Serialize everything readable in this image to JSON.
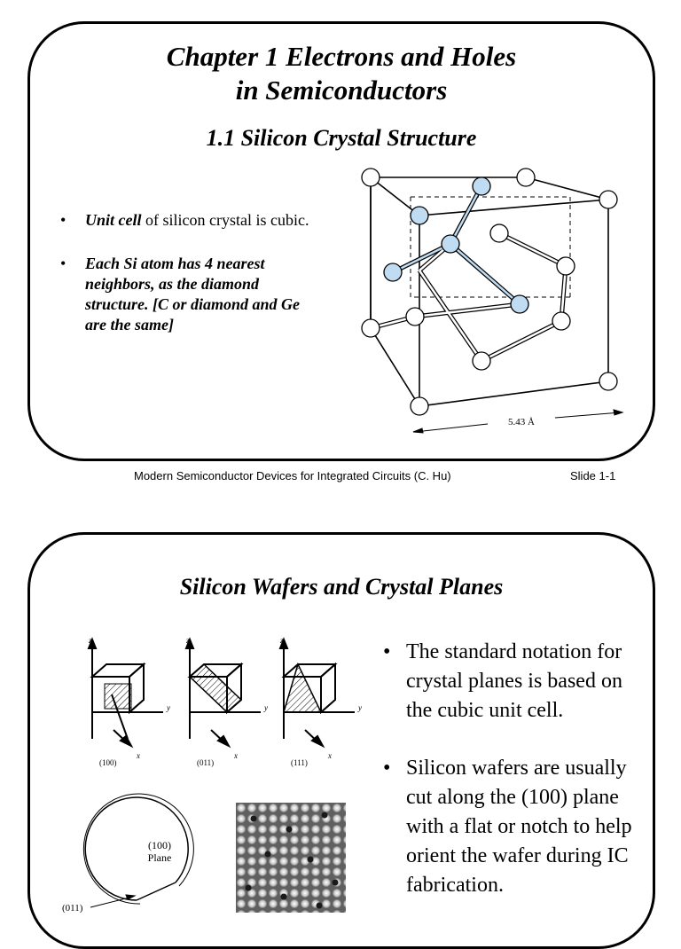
{
  "slide1": {
    "title_line1": "Chapter 1   Electrons and Holes",
    "title_line2": "in Semiconductors",
    "subtitle": "1.1  Silicon Crystal Structure",
    "bullets": [
      {
        "lead": "Unit cell",
        "rest": " of silicon crystal is cubic."
      },
      {
        "text": "Each Si atom has 4 nearest neighbors, as the diamond structure.  [C or diamond and Ge are the same]"
      }
    ],
    "figure": {
      "dimension_label": "5.43 Å",
      "atom_color": "#ffffff",
      "highlight_color": "#bfdcf2"
    }
  },
  "footer": {
    "left": "Modern Semiconductor Devices for Integrated Circuits (C. Hu)",
    "right": "Slide 1-1"
  },
  "slide2": {
    "title": "Silicon Wafers and Crystal Planes",
    "planes": [
      {
        "label": "(100)"
      },
      {
        "label": "(011)"
      },
      {
        "label": "(111)"
      }
    ],
    "axes": {
      "z": "z",
      "y": "y",
      "x": "x"
    },
    "wafer": {
      "label_line1": "(100)",
      "label_line2": "Plane",
      "flat_label": "(011)"
    },
    "bullets": [
      "The standard notation for crystal planes is based on the cubic unit cell.",
      "Silicon wafers are usually cut along the (100) plane with a flat or notch to help orient the wafer during IC fabrication."
    ]
  }
}
